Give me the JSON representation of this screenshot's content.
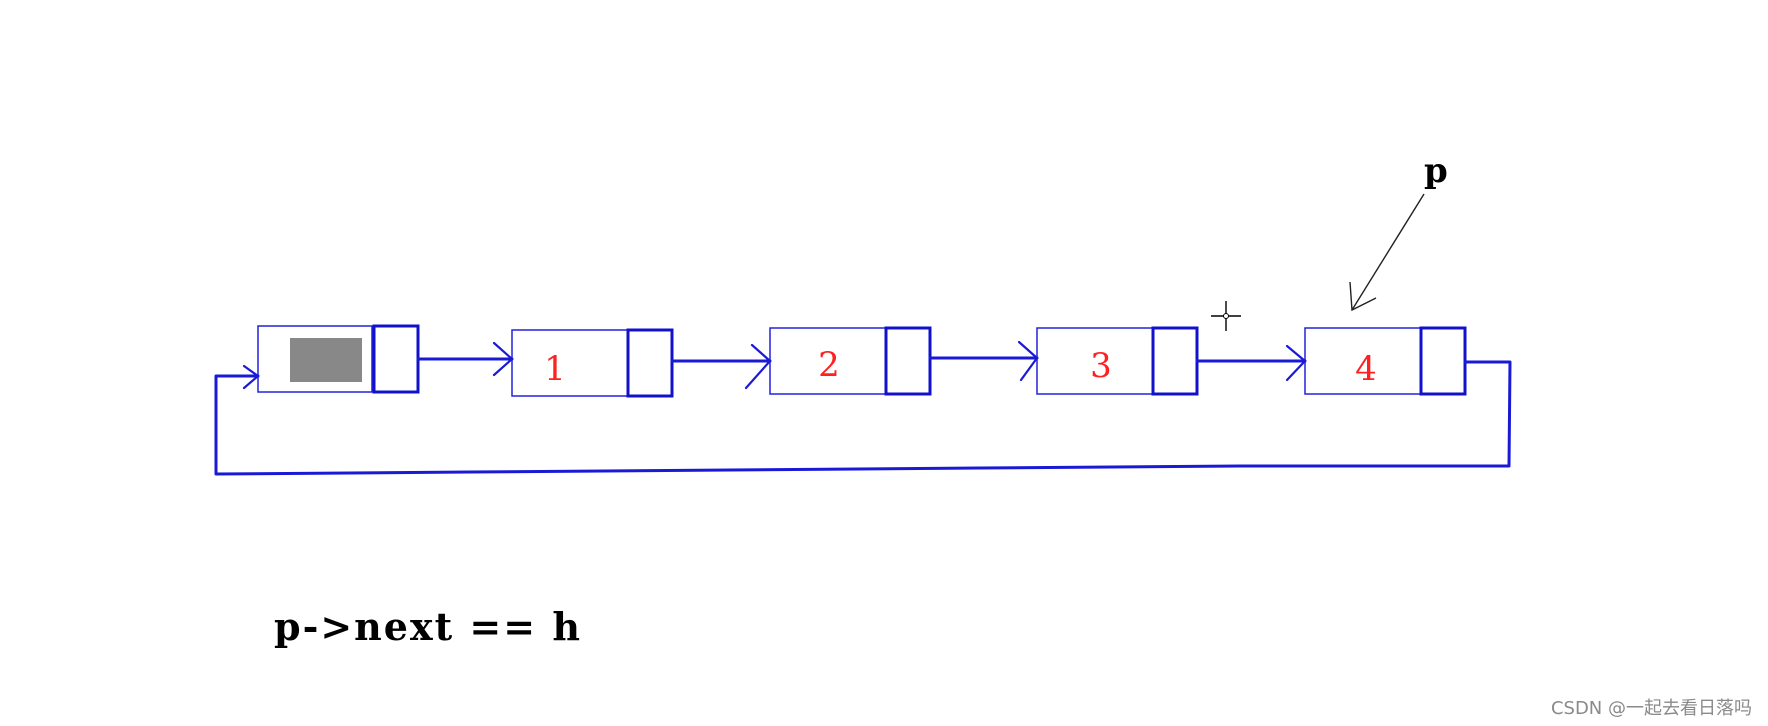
{
  "nodes": [
    {
      "label": ""
    },
    {
      "label": "1"
    },
    {
      "label": "2"
    },
    {
      "label": "3"
    },
    {
      "label": "4"
    }
  ],
  "pointer_label": "p",
  "caption": "p->next == h",
  "watermark": "CSDN @一起去看日落吗",
  "colors": {
    "box_stroke": "#2222dd",
    "link": "#1a1ad6",
    "node_text": "#ff2020",
    "head_fill": "#888888"
  }
}
